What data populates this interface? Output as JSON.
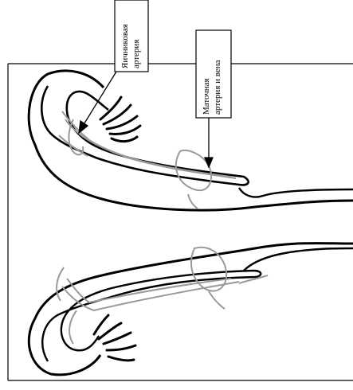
{
  "labels": {
    "ovarian_artery_line1": "Яичниковая",
    "ovarian_artery_line2": "артерия",
    "uterine_line1": "Маточная",
    "uterine_line2": "артерия и вена"
  },
  "colors": {
    "outline": "#000000",
    "vessel": "#9a9a9a",
    "background": "#ffffff"
  }
}
